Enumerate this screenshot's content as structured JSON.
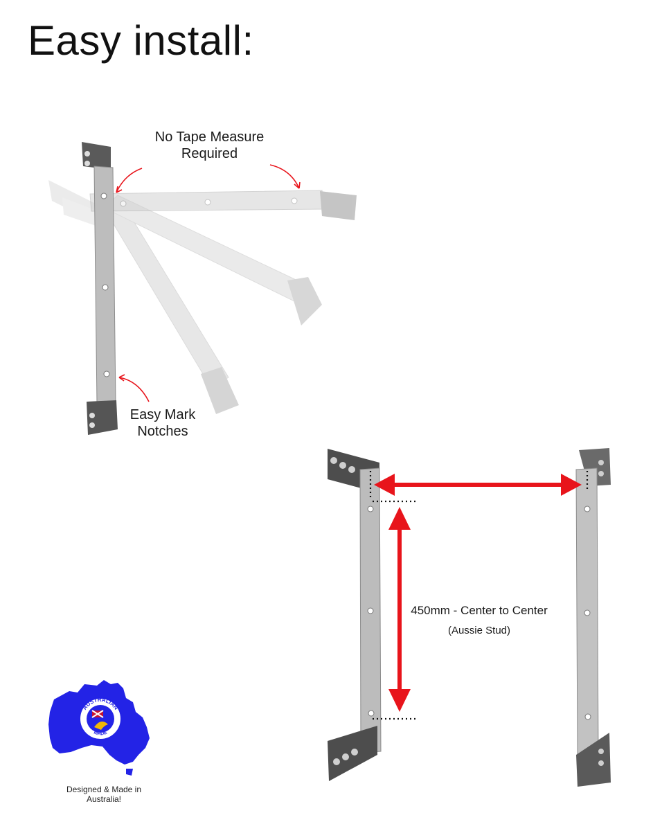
{
  "heading": "Easy install:",
  "callouts": {
    "no_tape_line1": "No Tape Measure",
    "no_tape_line2": "Required",
    "easy_mark_line1": "Easy Mark",
    "easy_mark_line2": "Notches"
  },
  "measurement": {
    "main": "450mm - Center to Center",
    "sub": "(Aussie Stud)"
  },
  "badge": {
    "ring_top": "AUSTRALIAN",
    "ring_bottom": "MADE",
    "caption_line1": "Designed & Made in",
    "caption_line2": "Australia!"
  },
  "colors": {
    "arrow": "#e8141b",
    "map": "#2323e6",
    "bracket": "#b9b9b9",
    "bracket_dark": "#555555"
  }
}
